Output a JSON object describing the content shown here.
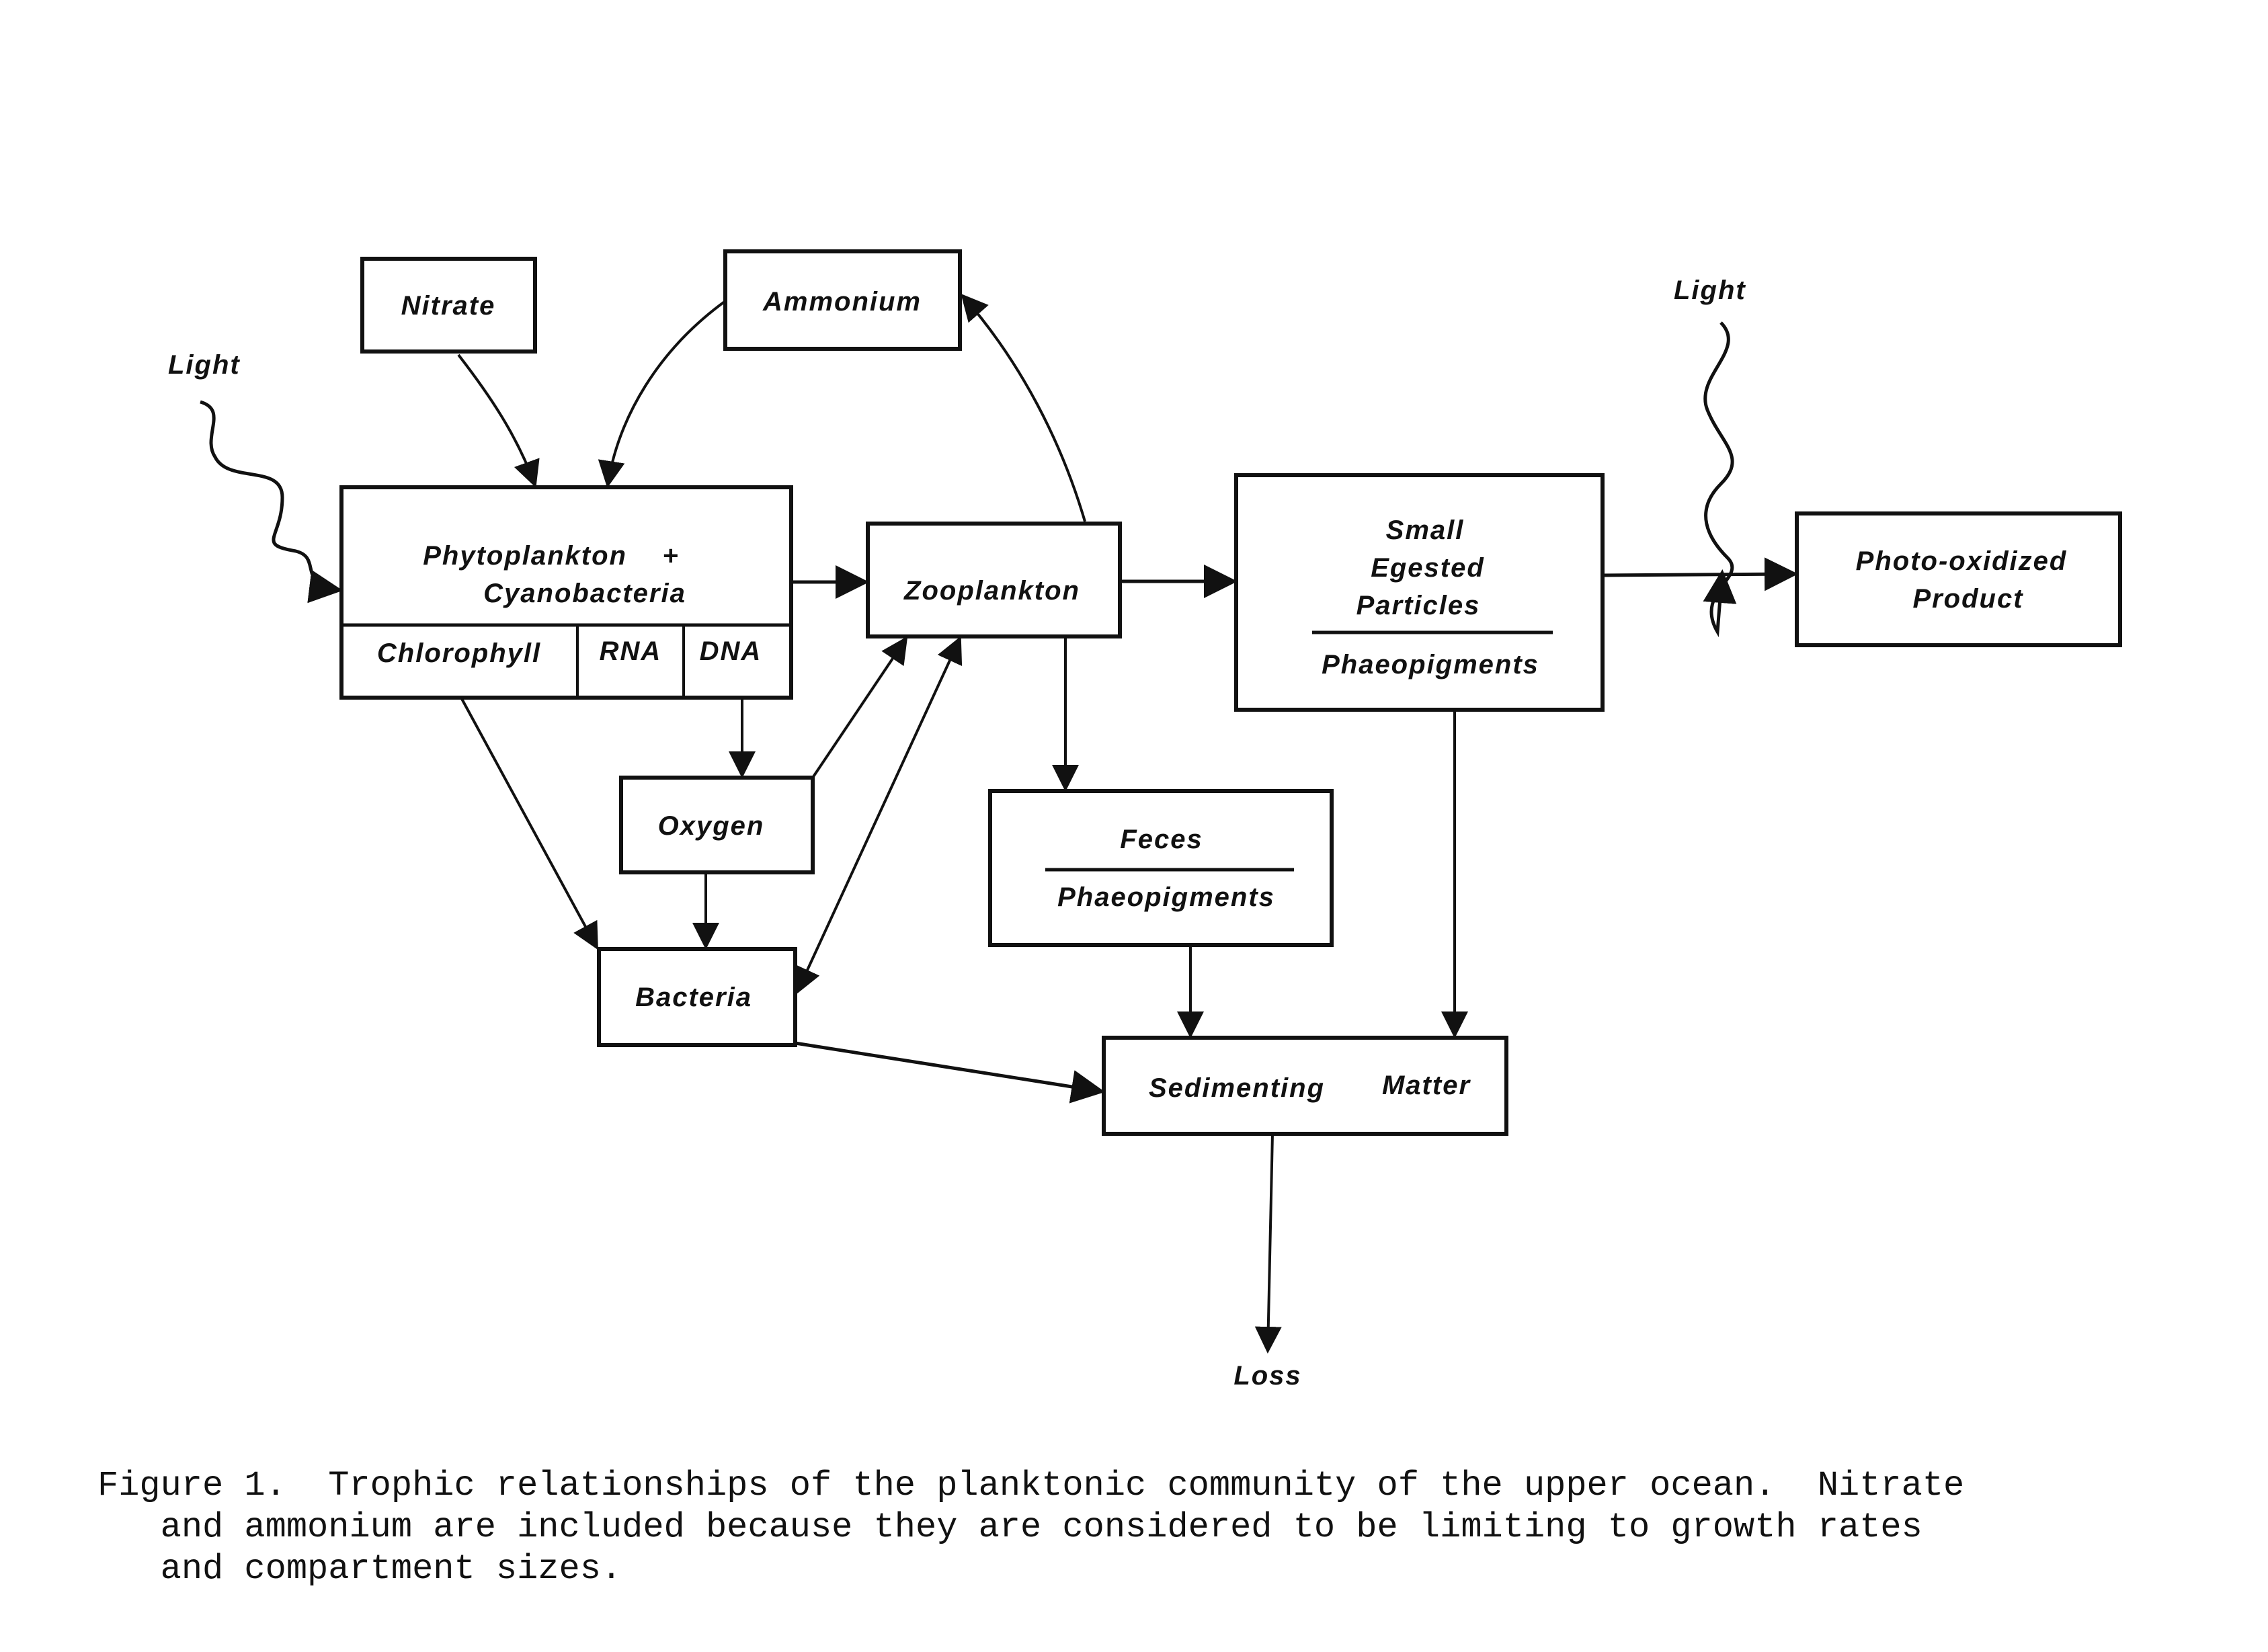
{
  "figure": {
    "nodes": {
      "nitrate": "Nitrate",
      "ammonium": "Ammonium",
      "light_left": "Light",
      "light_right": "Light",
      "phyto_line1": "Phytoplankton    +",
      "phyto_line2": "Cyanobacteria",
      "chlorophyll": "Chlorophyll",
      "rna": "RNA",
      "dna": "DNA",
      "zooplankton": "Zooplankton",
      "small_line1": "Small",
      "small_line2": "Egested",
      "small_line3": "Particles",
      "small_pigment": "Phaeopigments",
      "photo_line1": "Photo-oxidized",
      "photo_line2": "Product",
      "oxygen": "Oxygen",
      "feces": "Feces",
      "feces_pigment": "Phaeopigments",
      "bacteria": "Bacteria",
      "sedimenting": "Sedimenting",
      "matter": "Matter",
      "loss": "Loss"
    },
    "edges": [
      {
        "from": "Nitrate",
        "to": "Phytoplankton + Cyanobacteria"
      },
      {
        "from": "Ammonium",
        "to": "Phytoplankton + Cyanobacteria"
      },
      {
        "from": "Light",
        "to": "Phytoplankton + Cyanobacteria"
      },
      {
        "from": "Phytoplankton + Cyanobacteria",
        "to": "Zooplankton"
      },
      {
        "from": "Zooplankton",
        "to": "Ammonium"
      },
      {
        "from": "Zooplankton",
        "to": "Small Egested Particles"
      },
      {
        "from": "Small Egested Particles",
        "to": "Photo-oxidized Product"
      },
      {
        "from": "Light",
        "to": "Photo-oxidized Product"
      },
      {
        "from": "Phytoplankton + Cyanobacteria",
        "to": "Oxygen"
      },
      {
        "from": "Phytoplankton + Cyanobacteria",
        "to": "Bacteria"
      },
      {
        "from": "Oxygen",
        "to": "Zooplankton"
      },
      {
        "from": "Oxygen",
        "to": "Bacteria"
      },
      {
        "from": "Bacteria",
        "to": "Zooplankton",
        "bidirectional": true
      },
      {
        "from": "Zooplankton",
        "to": "Feces"
      },
      {
        "from": "Feces",
        "to": "Sedimenting Matter"
      },
      {
        "from": "Small Egested Particles",
        "to": "Sedimenting Matter"
      },
      {
        "from": "Bacteria",
        "to": "Sedimenting Matter"
      },
      {
        "from": "Sedimenting Matter",
        "to": "Loss"
      }
    ]
  },
  "caption": {
    "line1": "Figure 1.  Trophic relationships of the planktonic community of the upper ocean.  Nitrate",
    "line2": "   and ammonium are included because they are considered to be limiting to growth rates",
    "line3": "   and compartment sizes."
  }
}
